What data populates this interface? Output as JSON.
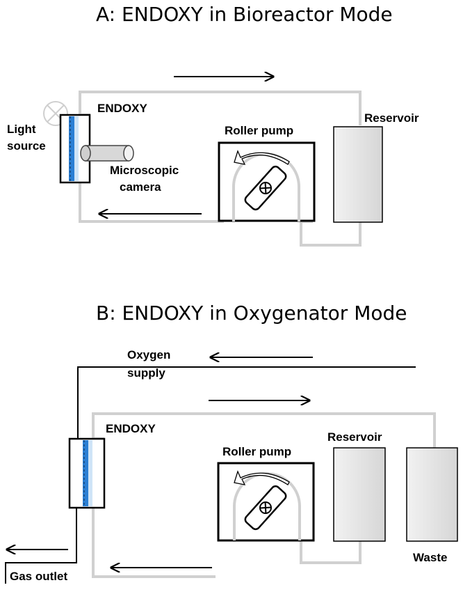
{
  "panel_a": {
    "title": "A: ENDOXY in Bioreactor Mode",
    "labels": {
      "endoxy": "ENDOXY",
      "light_line1": "Light",
      "light_line2": "source",
      "roller_pump": "Roller pump",
      "reservoir": "Reservoir",
      "camera_line1": "Microscopic",
      "camera_line2": "camera"
    }
  },
  "panel_b": {
    "title": "B: ENDOXY in Oxygenator Mode",
    "labels": {
      "oxygen_line1": "Oxygen",
      "oxygen_line2": "supply",
      "endoxy": "ENDOXY",
      "roller_pump": "Roller pump",
      "reservoir": "Reservoir",
      "waste": "Waste",
      "gas_outlet": "Gas outlet"
    }
  },
  "colors": {
    "tubing": "#d0d0d0",
    "device_blue": "#2b7fd4",
    "device_stripe": "#cfe4f7",
    "reservoir_fill": "#e4e4e4"
  },
  "icons": [
    "light-source-icon",
    "rotor-icon",
    "rotation-arrow-icon",
    "flow-arrow-icon"
  ]
}
